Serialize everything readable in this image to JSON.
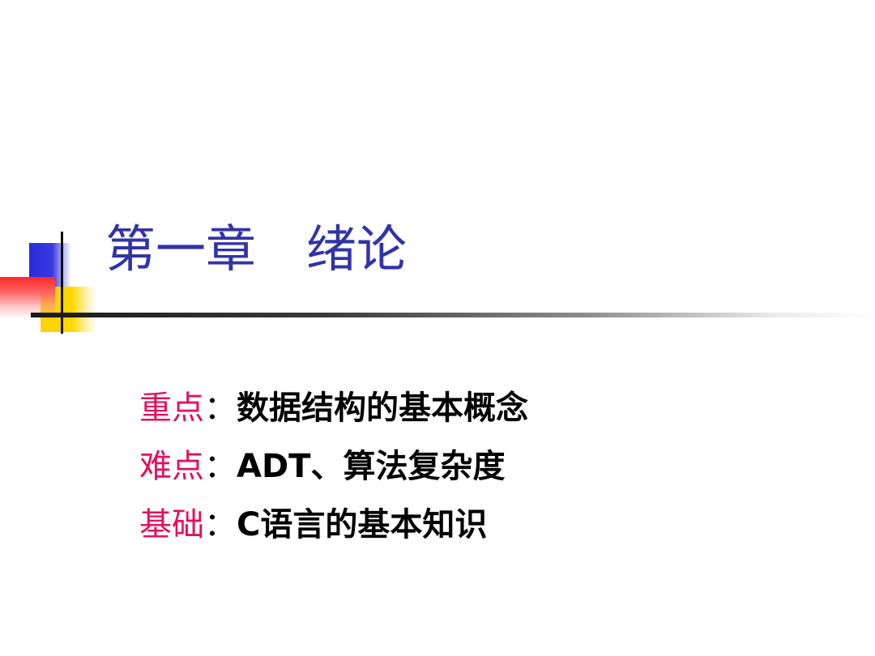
{
  "slide": {
    "title": "第一章　绪论",
    "points": [
      {
        "label": "重点",
        "separator": "：",
        "text": "数据结构的基本概念"
      },
      {
        "label": "难点",
        "separator": "：",
        "text": "ADT、算法复杂度"
      },
      {
        "label": "基础",
        "separator": "：",
        "text": "C语言的基本知识"
      }
    ]
  },
  "colors": {
    "title": "#3333a8",
    "label": "#e0115f",
    "text": "#000000",
    "ornament_blue": "#2a2ad8",
    "ornament_yellow": "#ffd200",
    "ornament_red": "#ff2a2a"
  }
}
